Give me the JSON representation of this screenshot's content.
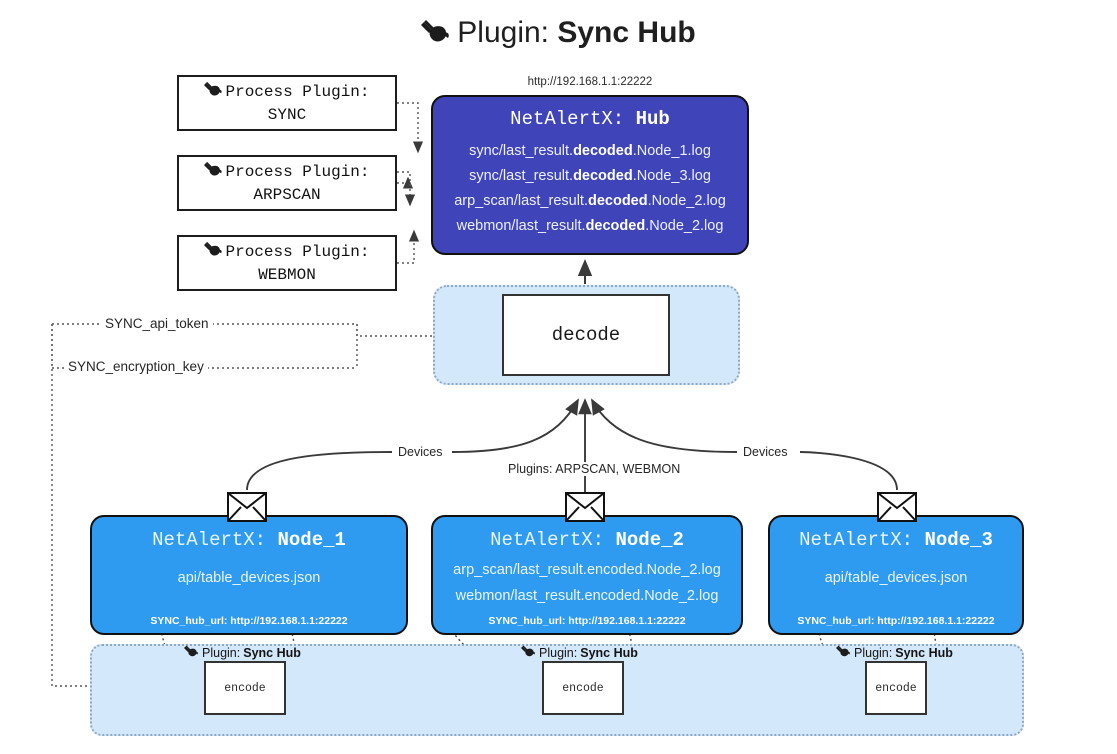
{
  "title": {
    "icon": "plug-icon",
    "prefix": "Plugin:",
    "name": "Sync Hub"
  },
  "hub": {
    "url": "http://192.168.1.1:22222",
    "label_prefix": "NetAlertX:",
    "label_name": "Hub",
    "logs": [
      {
        "pre": "sync/last_result.",
        "mid": "decoded",
        "post": ".Node_1.log"
      },
      {
        "pre": "sync/last_result.",
        "mid": "decoded",
        "post": ".Node_3.log"
      },
      {
        "pre": "arp_scan/last_result.",
        "mid": "decoded",
        "post": ".Node_2.log"
      },
      {
        "pre": "webmon/last_result.",
        "mid": "decoded",
        "post": ".Node_2.log"
      }
    ]
  },
  "process_plugins": [
    {
      "icon": "plug-icon",
      "title": "Process Plugin:",
      "name": "SYNC"
    },
    {
      "icon": "plug-icon",
      "title": "Process Plugin:",
      "name": "ARPSCAN"
    },
    {
      "icon": "plug-icon",
      "title": "Process Plugin:",
      "name": "WEBMON"
    }
  ],
  "decode": {
    "label": "decode"
  },
  "params": [
    {
      "label": "SYNC_api_token"
    },
    {
      "label": "SYNC_encryption_key"
    }
  ],
  "edge_labels": {
    "devices_left": "Devices",
    "devices_right": "Devices",
    "plugins_center": "Plugins: ARPSCAN, WEBMON"
  },
  "nodes": [
    {
      "label_prefix": "NetAlertX:",
      "label_name": "Node_1",
      "lines": [
        "api/table_devices.json"
      ],
      "footer": "SYNC_hub_url: http://192.168.1.1:22222"
    },
    {
      "label_prefix": "NetAlertX:",
      "label_name": "Node_2",
      "lines": [
        "arp_scan/last_result.encoded.Node_2.log",
        "webmon/last_result.encoded.Node_2.log"
      ],
      "footer": "SYNC_hub_url: http://192.168.1.1:22222"
    },
    {
      "label_prefix": "NetAlertX:",
      "label_name": "Node_3",
      "lines": [
        "api/table_devices.json"
      ],
      "footer": "SYNC_hub_url: http://192.168.1.1:22222"
    }
  ],
  "encoders": [
    {
      "icon": "plug-icon",
      "prefix": "Plugin:",
      "name": "Sync Hub",
      "box_label": "encode"
    },
    {
      "icon": "plug-icon",
      "prefix": "Plugin:",
      "name": "Sync Hub",
      "box_label": "encode"
    },
    {
      "icon": "plug-icon",
      "prefix": "Plugin:",
      "name": "Sync Hub",
      "box_label": "encode"
    }
  ],
  "colors": {
    "hub_fill": "#3f45b8",
    "node_fill": "#2f9bf0",
    "container_fill": "#d4e8fb",
    "stroke": "#333333"
  }
}
